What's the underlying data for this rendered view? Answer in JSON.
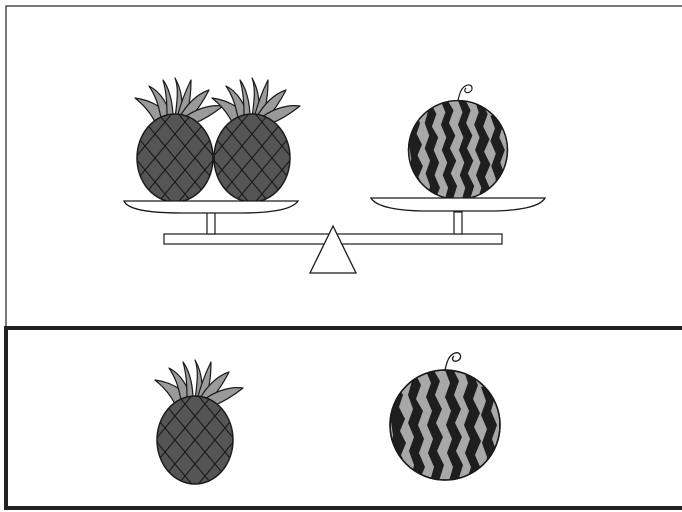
{
  "scene": {
    "top_panel": {
      "description_items": [
        "pineapple",
        "pineapple",
        "watermelon"
      ],
      "balance": {
        "left_count": 2,
        "left_fruit": "pineapple",
        "right_count": 1,
        "right_fruit": "watermelon"
      }
    },
    "bottom_panel": {
      "items": [
        "pineapple",
        "watermelon"
      ]
    }
  },
  "colors": {
    "outline": "#1a1a1a",
    "pineapple_body": "#555555",
    "pineapple_leaves": "#9a9a9a",
    "melon_light": "#a8a8a8",
    "melon_dark": "#1e1e1e",
    "panel_border": "#222222"
  },
  "icons": [
    "pineapple-icon",
    "watermelon-icon",
    "balance-scale-icon"
  ]
}
